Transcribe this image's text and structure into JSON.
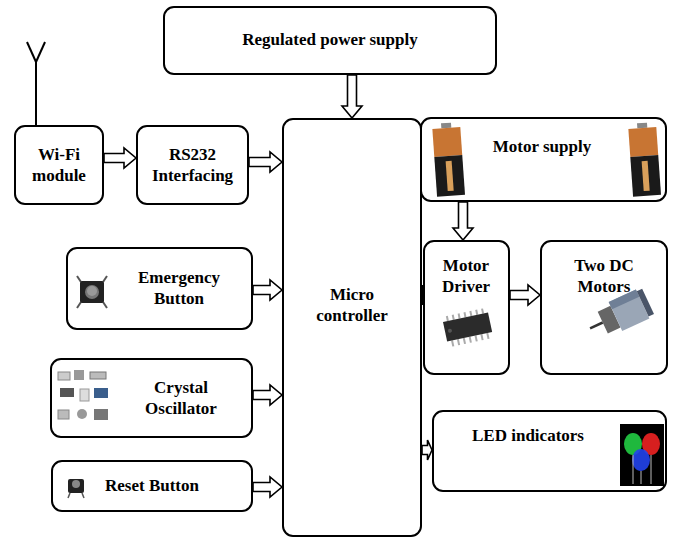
{
  "diagram": {
    "nodes": [
      {
        "text": [
          "Regulated power supply"
        ]
      },
      {
        "text": [
          "Wi-Fi module"
        ]
      },
      {
        "text": [
          "RS232 Interfacing"
        ]
      },
      {
        "text": [
          "Micro controller"
        ]
      },
      {
        "text": [
          "Motor supply"
        ]
      },
      {
        "text": [
          "Emergency Button"
        ]
      },
      {
        "text": [
          "Motor Driver"
        ]
      },
      {
        "text": [
          "Two DC Motors"
        ]
      },
      {
        "text": [
          "Crystal Oscillator"
        ]
      },
      {
        "text": [
          "LED indicators"
        ]
      },
      {
        "text": [
          "Reset Button"
        ]
      }
    ],
    "edges": [
      {
        "from": 0,
        "to": 3,
        "arrow": "to"
      },
      {
        "from": 1,
        "to": 2,
        "arrow": "to"
      },
      {
        "from": 2,
        "to": 3,
        "arrow": "to"
      },
      {
        "from": 5,
        "to": 3,
        "arrow": "to"
      },
      {
        "from": 8,
        "to": 3,
        "arrow": "to"
      },
      {
        "from": 10,
        "to": 3,
        "arrow": "to"
      },
      {
        "from": 4,
        "to": 6,
        "arrow": "to"
      },
      {
        "from": 3,
        "to": 6,
        "arrow": "to"
      },
      {
        "from": 6,
        "to": 7,
        "arrow": "to"
      },
      {
        "from": 3,
        "to": 9,
        "arrow": "to"
      }
    ]
  }
}
